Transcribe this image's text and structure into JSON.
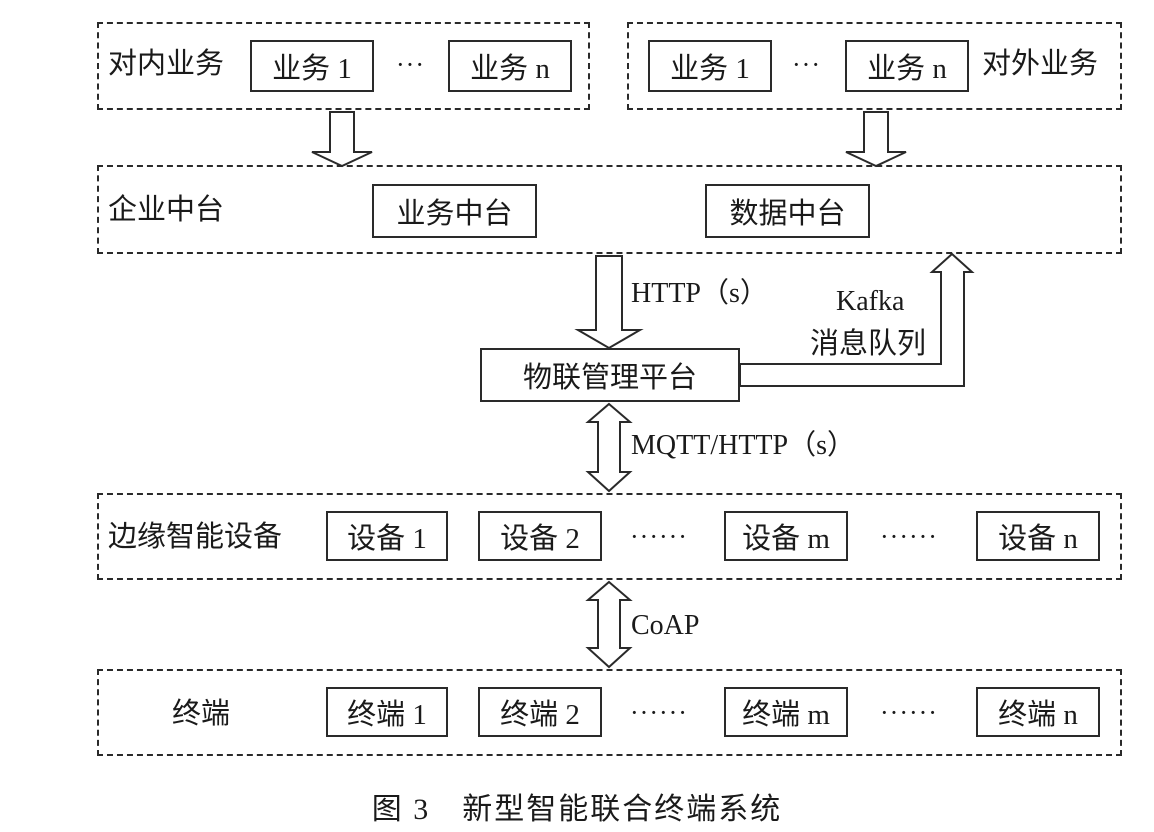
{
  "row_internal": {
    "label": "对内业务",
    "item1": "业务 1",
    "ellipsis": "···",
    "itemn": "业务 n"
  },
  "row_external": {
    "label": "对外业务",
    "item1": "业务 1",
    "ellipsis": "···",
    "itemn": "业务 n"
  },
  "row_enterprise": {
    "label": "企业中台",
    "business": "业务中台",
    "data": "数据中台"
  },
  "protocols": {
    "http": "HTTP（s）",
    "kafka_line1": "Kafka",
    "kafka_line2": "消息队列",
    "mqtt": "MQTT/HTTP（s）",
    "coap": "CoAP"
  },
  "platform": {
    "label": "物联管理平台"
  },
  "row_edge": {
    "label": "边缘智能设备",
    "items": [
      "设备 1",
      "设备 2",
      "设备 m",
      "设备 n"
    ],
    "ellipsis": "······"
  },
  "row_terminal": {
    "label": "终端",
    "items": [
      "终端 1",
      "终端 2",
      "终端 m",
      "终端 n"
    ],
    "ellipsis": "······"
  },
  "caption": "图 3　新型智能联合终端系统"
}
